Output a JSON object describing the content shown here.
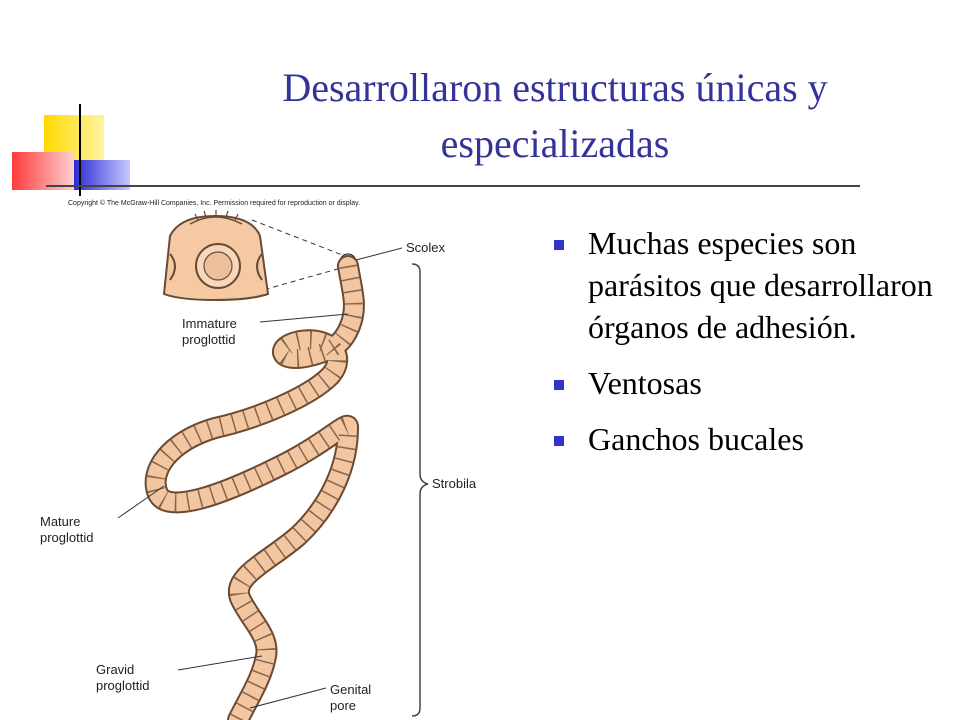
{
  "slide": {
    "title_line1": "Desarrollaron estructuras únicas y",
    "title_line2": "especializadas",
    "title_color": "#333399",
    "bullet_color": "#3333cc"
  },
  "figure": {
    "copyright": "Copyright © The McGraw-Hill Companies, Inc. Permission required for reproduction or display.",
    "labels": {
      "scolex": "Scolex",
      "immature_1": "Immature",
      "immature_2": "proglottid",
      "strobila": "Strobila",
      "mature_1": "Mature",
      "mature_2": "proglottid",
      "gravid_1": "Gravid",
      "gravid_2": "proglottid",
      "genital_1": "Genital",
      "genital_2": "pore"
    }
  },
  "bullets": [
    {
      "text": "Muchas especies son parásitos que desarrollaron órganos de adhesión."
    },
    {
      "text": "Ventosas"
    },
    {
      "text": "Ganchos bucales"
    }
  ]
}
